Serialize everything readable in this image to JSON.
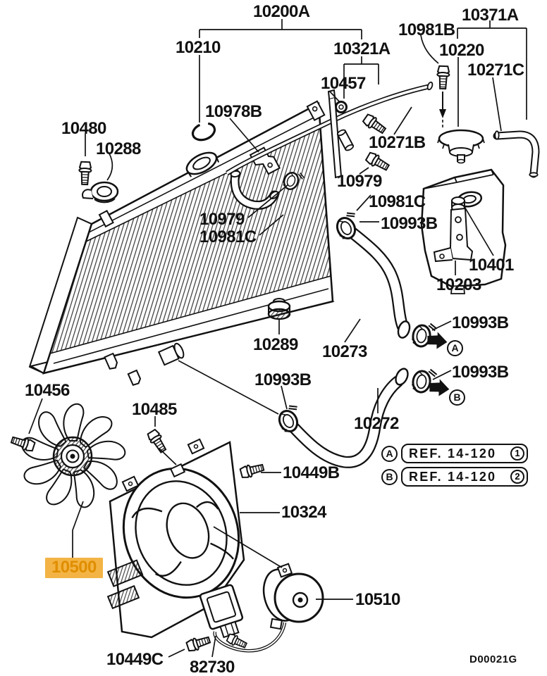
{
  "page": {
    "drawing_code": "D00021G"
  },
  "colors": {
    "paper": "#ffffff",
    "line": "#111111",
    "highlight_bg": "#F3B445",
    "highlight_text": "#E08E00"
  },
  "part_labels": [
    {
      "key": "10200A",
      "text": "10200A"
    },
    {
      "key": "10210",
      "text": "10210"
    },
    {
      "key": "10321A",
      "text": "10321A"
    },
    {
      "key": "10981B",
      "text": "10981B"
    },
    {
      "key": "10220",
      "text": "10220"
    },
    {
      "key": "10371A",
      "text": "10371A"
    },
    {
      "key": "10271C",
      "text": "10271C"
    },
    {
      "key": "10457",
      "text": "10457"
    },
    {
      "key": "10978B",
      "text": "10978B"
    },
    {
      "key": "10480",
      "text": "10480"
    },
    {
      "key": "10288",
      "text": "10288"
    },
    {
      "key": "10271B",
      "text": "10271B"
    },
    {
      "key": "10979_right",
      "text": "10979"
    },
    {
      "key": "10981C_right",
      "text": "10981C"
    },
    {
      "key": "10979_left",
      "text": "10979"
    },
    {
      "key": "10981C_left",
      "text": "10981C"
    },
    {
      "key": "10993B_right",
      "text": "10993B"
    },
    {
      "key": "10401",
      "text": "10401"
    },
    {
      "key": "10203",
      "text": "10203"
    },
    {
      "key": "10289",
      "text": "10289"
    },
    {
      "key": "10273",
      "text": "10273"
    },
    {
      "key": "10993B_a",
      "text": "10993B"
    },
    {
      "key": "10993B_b",
      "text": "10993B"
    },
    {
      "key": "10993B_mid",
      "text": "10993B"
    },
    {
      "key": "10272",
      "text": "10272"
    },
    {
      "key": "10456",
      "text": "10456"
    },
    {
      "key": "10485",
      "text": "10485"
    },
    {
      "key": "10449B",
      "text": "10449B"
    },
    {
      "key": "10324",
      "text": "10324"
    },
    {
      "key": "10500",
      "text": "10500",
      "highlighted": true
    },
    {
      "key": "10510",
      "text": "10510"
    },
    {
      "key": "10449C",
      "text": "10449C"
    },
    {
      "key": "82730",
      "text": "82730"
    }
  ],
  "markers": {
    "a": "A",
    "b": "B"
  },
  "legend": {
    "rows": [
      {
        "marker": "A",
        "ref_text": "REF. 14-120",
        "circled_number": "1"
      },
      {
        "marker": "B",
        "ref_text": "REF. 14-120",
        "circled_number": "2"
      }
    ]
  }
}
